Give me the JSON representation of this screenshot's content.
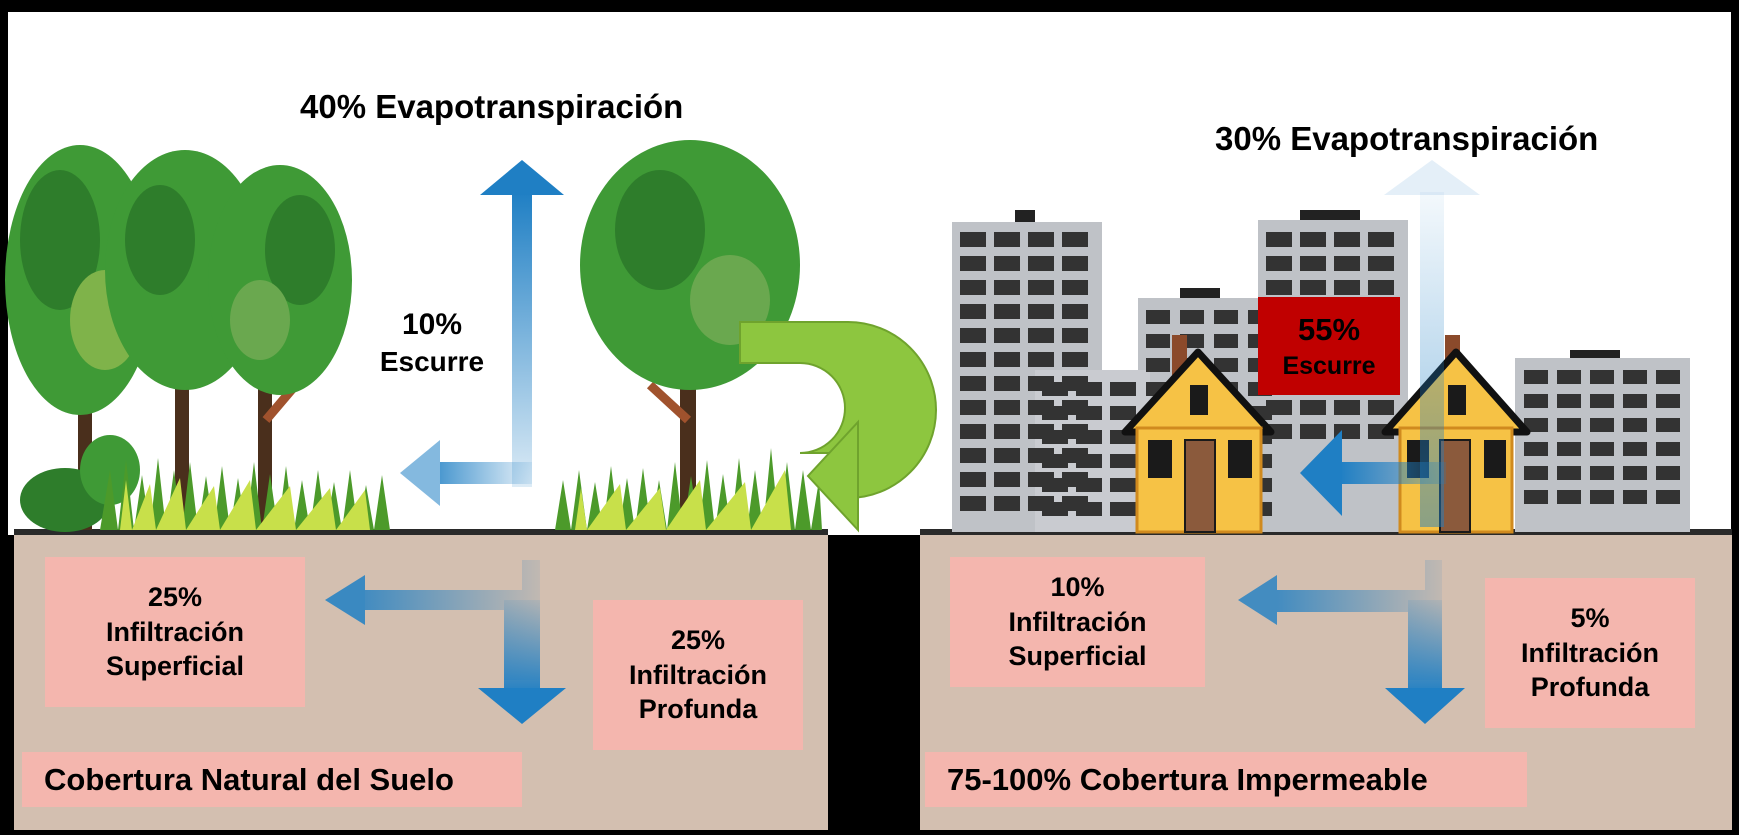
{
  "natural": {
    "evapotranspiration": "40% Evapotranspiración",
    "runoff_pct": "10%",
    "runoff_label": "Escurre",
    "shallow_pct": "25%",
    "shallow_l1": "Infiltración",
    "shallow_l2": "Superficial",
    "deep_pct": "25%",
    "deep_l1": "Infiltración",
    "deep_l2": "Profunda",
    "title": "Cobertura Natural del Suelo"
  },
  "urban": {
    "evapotranspiration": "30% Evapotranspiración",
    "runoff_pct": "55%",
    "runoff_label": "Escurre",
    "shallow_pct": "10%",
    "shallow_l1": "Infiltración",
    "shallow_l2": "Superficial",
    "deep_pct": "5%",
    "deep_l1": "Infiltración",
    "deep_l2": "Profunda",
    "title": "75-100% Cobertura Impermeable"
  },
  "colors": {
    "background": "#000000",
    "sky": "#ffffff",
    "soil": "#d3bfb0",
    "label_box": "#f4b6ae",
    "runoff_highlight": "#c00000",
    "arrow_blue": "#1f7fc4",
    "cycle_arrow": "#8dc63f",
    "tree_green": "#3f9a36",
    "building": "#bfc2c7",
    "house": "#f6c245"
  },
  "icons": {
    "cycle": "u-turn-arrow-icon",
    "flow": "water-flow-arrow-icon"
  }
}
